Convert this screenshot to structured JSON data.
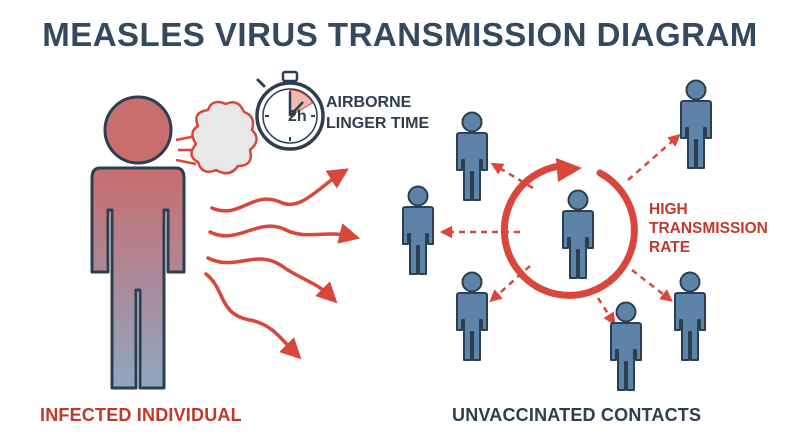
{
  "header": {
    "title": "MEASLES VIRUS TRANSMISSION DIAGRAM"
  },
  "labels": {
    "infected": "INFECTED INDIVIDUAL",
    "contacts": "UNVACCINATED CONTACTS",
    "linger_line1": "AIRBORNE",
    "linger_line2": "LINGER TIME",
    "rate_line1": "HIGH",
    "rate_line2": "TRANSMISSION",
    "rate_line3": "RATE"
  },
  "timer": {
    "value": "2h",
    "shaded_fraction": 0.1667
  },
  "colors": {
    "title": "#34495e",
    "accent_red": "#c0392b",
    "arrow_red": "#d9463b",
    "person_blue": "#5d84a8",
    "outline": "#2c3e50",
    "infected_top": "#c86e6e",
    "infected_bottom": "#8fa7c1"
  },
  "icons": {
    "timer": "stopwatch-icon",
    "breath": "breath-cloud-icon",
    "person": "person-icon"
  }
}
